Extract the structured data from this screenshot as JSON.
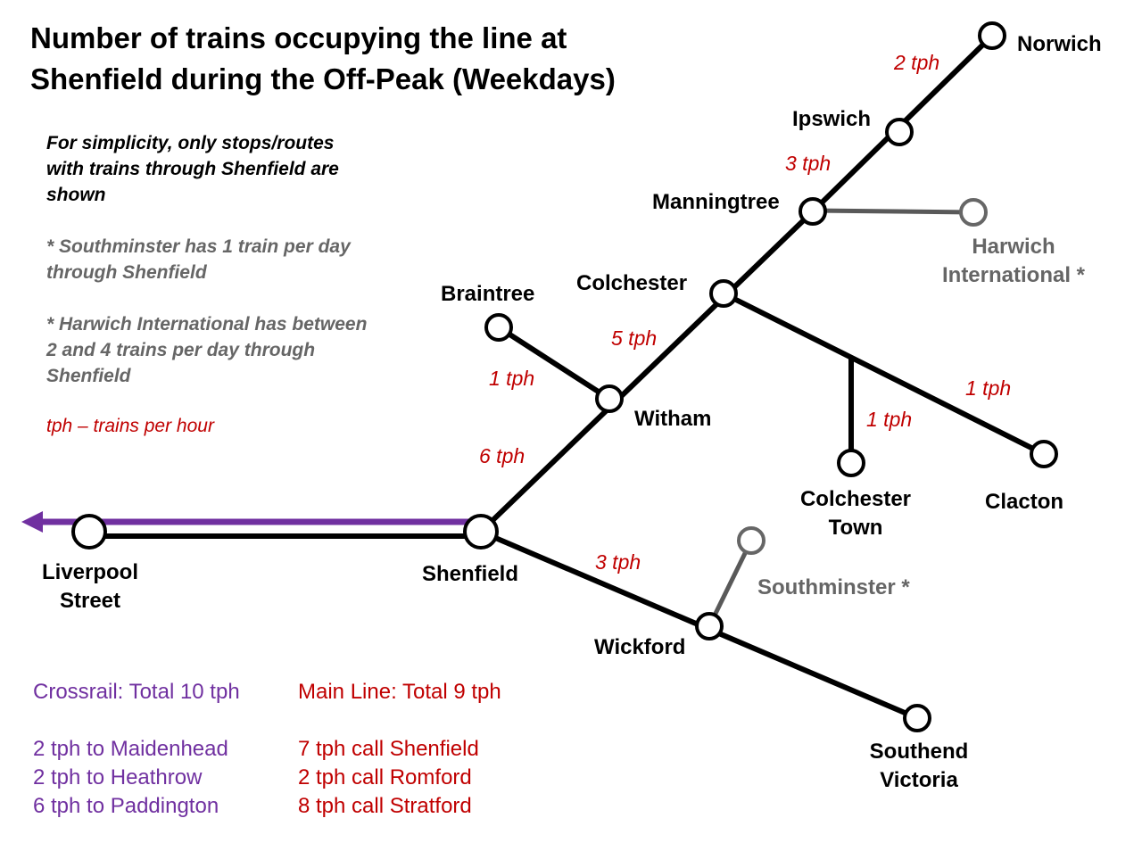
{
  "title": [
    "Number of trains occupying the line at",
    "Shenfield during the Off-Peak (Weekdays)"
  ],
  "notes": {
    "simplicity": [
      "For simplicity, only stops/routes",
      "with trains through Shenfield are",
      "shown"
    ],
    "southminster": [
      "* Southminster has 1 train per day",
      "through Shenfield"
    ],
    "harwich": [
      "* Harwich International has between",
      "2 and 4 trains per day through",
      "Shenfield"
    ],
    "tph": "tph – trains per hour"
  },
  "stations": {
    "norwich": "Norwich",
    "ipswich": "Ipswich",
    "manningtree": "Manningtree",
    "harwich": [
      "Harwich",
      "International *"
    ],
    "colchester": "Colchester",
    "braintree": "Braintree",
    "witham": "Witham",
    "shenfield": "Shenfield",
    "liverpool": [
      "Liverpool",
      "Street"
    ],
    "colchester_town": [
      "Colchester",
      "Town"
    ],
    "clacton": "Clacton",
    "wickford": "Wickford",
    "southminster": "Southminster *",
    "southend": [
      "Southend",
      "Victoria"
    ]
  },
  "frequencies": {
    "norwich_ipswich": "2 tph",
    "ipswich_manningtree": "3 tph",
    "colchester_witham": "5 tph",
    "braintree_witham": "1 tph",
    "witham_shenfield": "6 tph",
    "clacton": "1 tph",
    "colchester_town": "1 tph",
    "shenfield_wickford": "3 tph"
  },
  "legend": {
    "crossrail": {
      "total": "Crossrail: Total 10 tph",
      "items": [
        "2 tph to Maidenhead",
        "2 tph to Heathrow",
        "6 tph to Paddington"
      ]
    },
    "mainline": {
      "total": "Main Line: Total 9 tph",
      "items": [
        "7 tph call Shenfield",
        "2 tph call Romford",
        "8 tph call Stratford"
      ]
    }
  },
  "colors": {
    "crossrail": "#7030A0",
    "mainline": "#C00000",
    "minor": "#666666"
  }
}
